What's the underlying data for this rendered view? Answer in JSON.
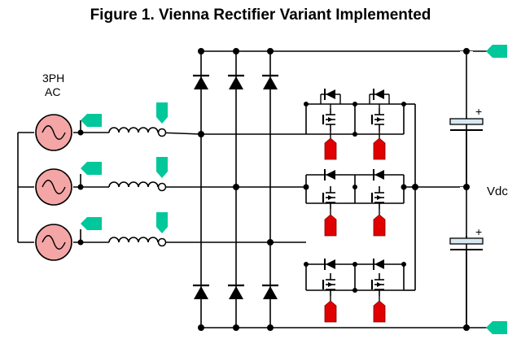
{
  "figure": {
    "title": "Figure 1. Vienna Rectifier Variant Implemented"
  },
  "labels": {
    "source_label_line1": "3PH",
    "source_label_line2": "AC",
    "dc_label": "Vdc",
    "cap_plus_top": "+",
    "cap_plus_bottom": "+"
  },
  "colors": {
    "wire": "#000000",
    "source_fill": "#f4a5a5",
    "sense_tag": "#00c89a",
    "gate_drive": "#e00000",
    "capacitor_fill": "#d7e8f2"
  },
  "components": {
    "ac_sources": [
      "phase-a-source",
      "phase-b-source",
      "phase-c-source"
    ],
    "inductors": [
      "phase-a-inductor",
      "phase-b-inductor",
      "phase-c-inductor"
    ],
    "diode_bridge": "3-phase",
    "switch_legs": 3,
    "dc_capacitors": 2
  }
}
